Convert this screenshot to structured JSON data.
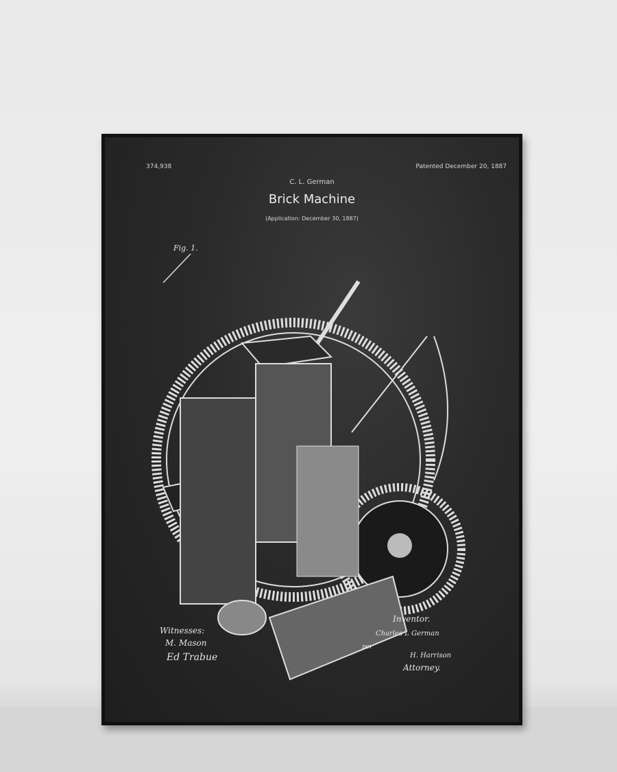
{
  "poster": {
    "patent_number": "374,938",
    "patented": "Patented December 20, 1887",
    "inventor_name": "C. L. German",
    "title": "Brick Machine",
    "application": "(Application: December 30, 1887)",
    "figure_label": "Fig. 1.",
    "witnesses_label": "Witnesses:",
    "witness_1": "M. Mason",
    "witness_2": "Ed Trabue",
    "inventor_label": "Inventor.",
    "inventor_signature": "Charles L German",
    "per": "per",
    "attorney_signature": "H. Harrison",
    "attorney_label": "Attorney."
  }
}
